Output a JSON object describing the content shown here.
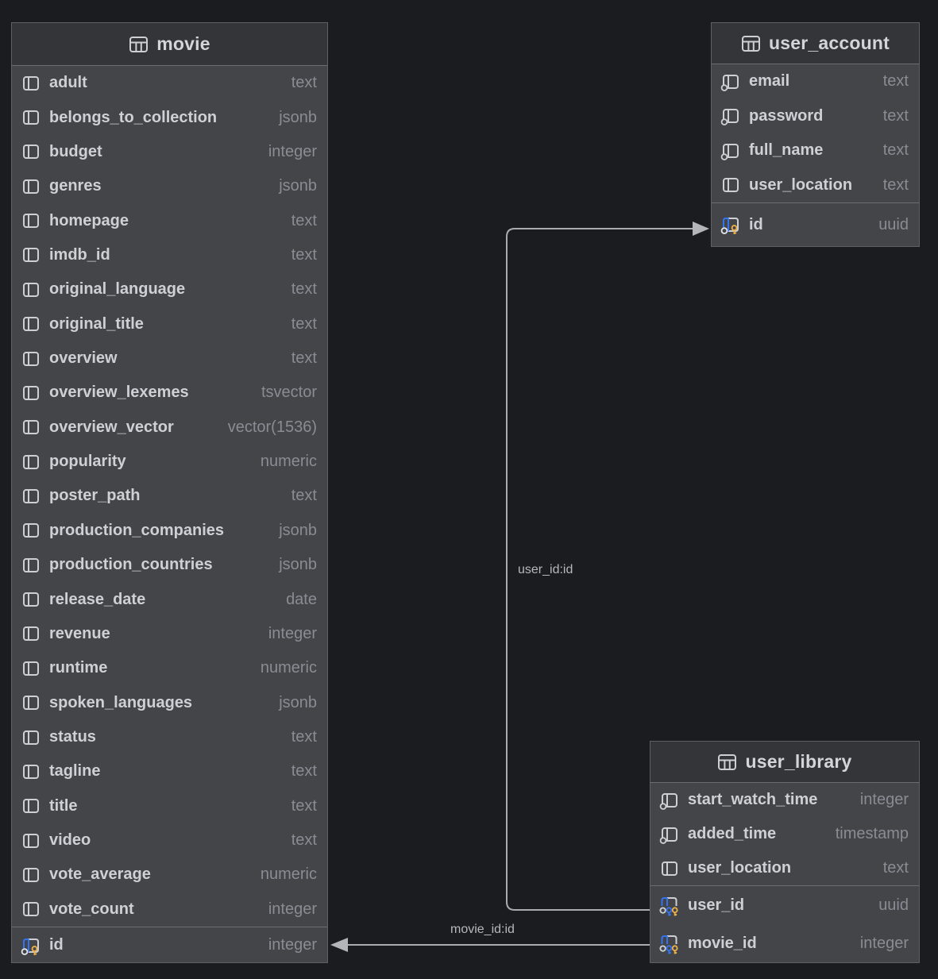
{
  "diagram": {
    "kind": "database-entity-relationship",
    "colors": {
      "canvas_bg": "#1b1c1f",
      "table_body_bg": "#434549",
      "table_header_bg": "#333539",
      "primary_text": "#ced0d6",
      "type_text": "#898c93",
      "accent_blue": "#3574f0",
      "key_gold": "#edb048",
      "relation_line": "#a9abb0"
    }
  },
  "tables": [
    {
      "title": "movie",
      "columns": [
        {
          "name": "adult",
          "type": "text",
          "icon": "column"
        },
        {
          "name": "belongs_to_collection",
          "type": "jsonb",
          "icon": "column"
        },
        {
          "name": "budget",
          "type": "integer",
          "icon": "column"
        },
        {
          "name": "genres",
          "type": "jsonb",
          "icon": "column"
        },
        {
          "name": "homepage",
          "type": "text",
          "icon": "column"
        },
        {
          "name": "imdb_id",
          "type": "text",
          "icon": "column"
        },
        {
          "name": "original_language",
          "type": "text",
          "icon": "column"
        },
        {
          "name": "original_title",
          "type": "text",
          "icon": "column"
        },
        {
          "name": "overview",
          "type": "text",
          "icon": "column"
        },
        {
          "name": "overview_lexemes",
          "type": "tsvector",
          "icon": "column"
        },
        {
          "name": "overview_vector",
          "type": "vector(1536)",
          "icon": "column"
        },
        {
          "name": "popularity",
          "type": "numeric",
          "icon": "column"
        },
        {
          "name": "poster_path",
          "type": "text",
          "icon": "column"
        },
        {
          "name": "production_companies",
          "type": "jsonb",
          "icon": "column"
        },
        {
          "name": "production_countries",
          "type": "jsonb",
          "icon": "column"
        },
        {
          "name": "release_date",
          "type": "date",
          "icon": "column"
        },
        {
          "name": "revenue",
          "type": "integer",
          "icon": "column"
        },
        {
          "name": "runtime",
          "type": "numeric",
          "icon": "column"
        },
        {
          "name": "spoken_languages",
          "type": "jsonb",
          "icon": "column"
        },
        {
          "name": "status",
          "type": "text",
          "icon": "column"
        },
        {
          "name": "tagline",
          "type": "text",
          "icon": "column"
        },
        {
          "name": "title",
          "type": "text",
          "icon": "column"
        },
        {
          "name": "video",
          "type": "text",
          "icon": "column"
        },
        {
          "name": "vote_average",
          "type": "numeric",
          "icon": "column"
        },
        {
          "name": "vote_count",
          "type": "integer",
          "icon": "column"
        }
      ],
      "keys": [
        {
          "name": "id",
          "type": "integer",
          "icon": "primary-key"
        }
      ]
    },
    {
      "title": "user_account",
      "columns": [
        {
          "name": "email",
          "type": "text",
          "icon": "column-indexed"
        },
        {
          "name": "password",
          "type": "text",
          "icon": "column-indexed"
        },
        {
          "name": "full_name",
          "type": "text",
          "icon": "column-indexed"
        },
        {
          "name": "user_location",
          "type": "text",
          "icon": "column"
        }
      ],
      "keys": [
        {
          "name": "id",
          "type": "uuid",
          "icon": "primary-key"
        }
      ]
    },
    {
      "title": "user_library",
      "columns": [
        {
          "name": "start_watch_time",
          "type": "integer",
          "icon": "column-indexed"
        },
        {
          "name": "added_time",
          "type": "timestamp",
          "icon": "column-indexed"
        },
        {
          "name": "user_location",
          "type": "text",
          "icon": "column"
        }
      ],
      "keys": [
        {
          "name": "user_id",
          "type": "uuid",
          "icon": "primary-foreign-key"
        },
        {
          "name": "movie_id",
          "type": "integer",
          "icon": "primary-foreign-key"
        }
      ]
    }
  ],
  "relations": [
    {
      "label": "user_id:id",
      "from": "user_library.user_id",
      "to": "user_account.id"
    },
    {
      "label": "movie_id:id",
      "from": "user_library.movie_id",
      "to": "movie.id"
    }
  ]
}
